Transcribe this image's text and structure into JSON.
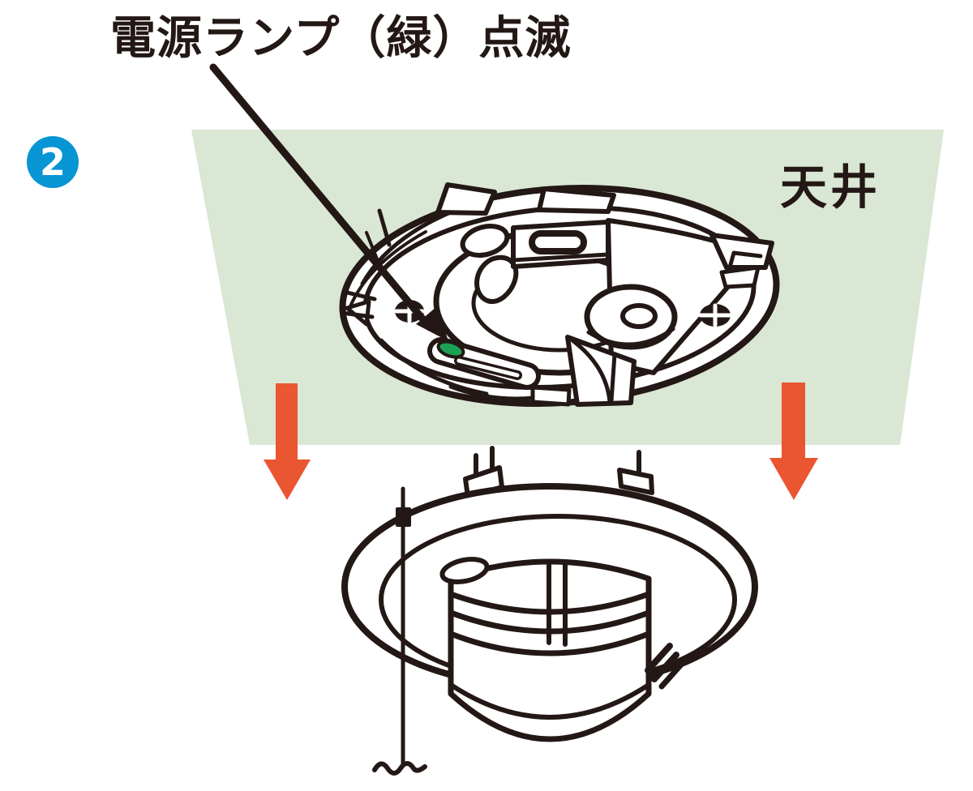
{
  "figure": {
    "step_number": "2",
    "callout_label": "電源ランプ（緑）点滅",
    "ceiling_label": "天井",
    "colors": {
      "line_art": "#231815",
      "ceiling_fill": "#d9e7d4",
      "arrow_orange": "#ea5532",
      "badge_blue": "#0795d4",
      "led_green": "#1aa254",
      "background": "#ffffff"
    }
  }
}
